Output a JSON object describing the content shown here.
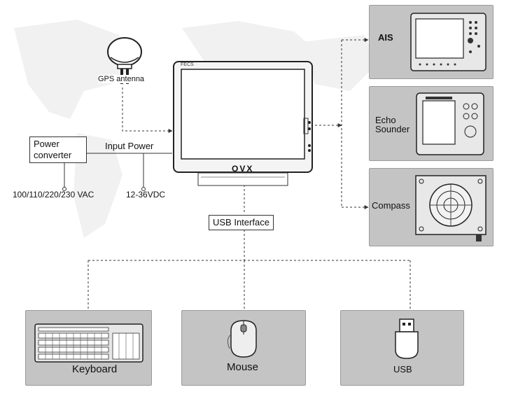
{
  "gps": {
    "label": "GPS antenna"
  },
  "monitor": {
    "brand_small": "FECS",
    "logo": "OVX"
  },
  "power": {
    "converter_line1": "Power",
    "converter_line2": "converter",
    "input_label": "Input Power",
    "ac_label": "100/110/220/230 VAC",
    "dc_label": "12-36VDC"
  },
  "usb_interface": {
    "label": "USB Interface"
  },
  "devices_right": [
    {
      "label": "AIS"
    },
    {
      "label_line1": "Echo",
      "label_line2": "Sounder"
    },
    {
      "label": "Compass"
    }
  ],
  "devices_bottom": [
    {
      "label": "Keyboard"
    },
    {
      "label": "Mouse"
    },
    {
      "label": "USB"
    }
  ],
  "colors": {
    "box_fill": "#c4c4c4",
    "line": "#333333",
    "screen": "#ffffff"
  }
}
